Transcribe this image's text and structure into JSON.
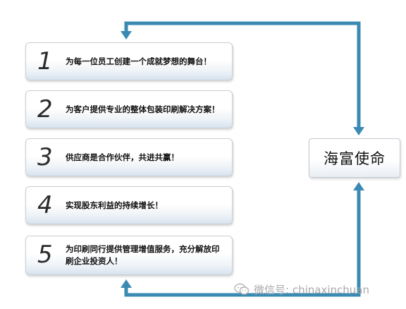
{
  "diagram": {
    "items": [
      {
        "number": "1",
        "text": "为每一位员工创建一个成就梦想的舞台！"
      },
      {
        "number": "2",
        "text": "为客户提供专业的整体包装印刷解决方案！"
      },
      {
        "number": "3",
        "text": "供应商是合作伙伴，共进共赢！"
      },
      {
        "number": "4",
        "text": "实现股东利益的持续增长！"
      },
      {
        "number": "5",
        "text": "为印刷同行提供管理增值服务，充分解放印刷企业投资人！"
      }
    ],
    "center": {
      "label": "海富使命"
    },
    "colors": {
      "connector": "#3a8ab3"
    }
  },
  "watermark": {
    "icon": "wechat-icon",
    "label": "微信号: chinaxinchuan"
  }
}
